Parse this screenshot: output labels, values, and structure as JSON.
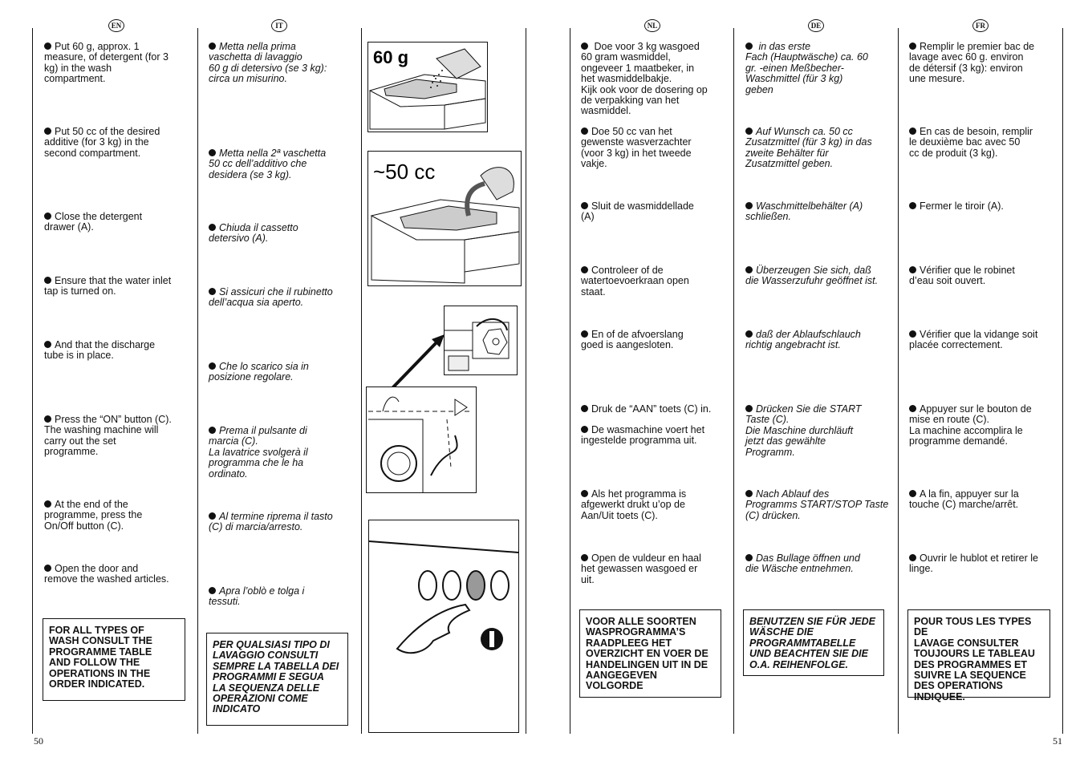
{
  "languages": {
    "en": "EN",
    "it": "IT",
    "nl": "NL",
    "de": "DE",
    "fr": "FR"
  },
  "en": {
    "items": [
      "Put 60 g, approx. 1\nmeasure, of detergent (for 3\nkg) in the wash\ncompartment.",
      "Put 50 cc of the desired\nadditive (for 3 kg) in the\nsecond compartment.",
      "Close the detergent\ndrawer (A).",
      "Ensure that the water inlet\ntap is turned on.",
      "And that the discharge\ntube is in place.",
      "Press the “ON” button (C).\nThe washing machine will\ncarry out the set\nprogramme.",
      "At the end of the\nprogramme, press the\nOn/Off button (C).",
      "Open the door and\nremove the washed articles."
    ],
    "box": "FOR ALL TYPES OF\nWASH CONSULT THE\nPROGRAMME TABLE\nAND FOLLOW THE\nOPERATIONS IN THE\nORDER INDICATED."
  },
  "it": {
    "items": [
      "Metta nella prima\nvaschetta di lavaggio\n60 g di detersivo (se 3 kg):\ncirca un misurino.",
      "Metta nella 2ª vaschetta\n50 cc dell’additivo che\ndesidera (se 3 kg).",
      "Chiuda il cassetto\ndetersivo (A).",
      "Si assicuri che il rubinetto\ndell’acqua sia aperto.",
      "Che lo scarico sia in\nposizione regolare.",
      "Prema il pulsante di\nmarcia (C).\nLa lavatrice svolgerà il\nprogramma che le ha\nordinato.",
      "Al termine riprema il tasto\n(C) di marcia/arresto.",
      "Apra l’oblò e tolga i\ntessuti."
    ],
    "box": "PER QUALSIASI TIPO DI\nLAVAGGIO CONSULTI\nSEMPRE LA TABELLA DEI\nPROGRAMMI E SEGUA\nLA SEQUENZA DELLE\nOPERAZIONI COME\nINDICATO"
  },
  "nl": {
    "items": [
      " Doe voor 3 kg wasgoed\n60 gram wasmiddel,\nongeveer 1 maatbeker, in\nhet wasmiddelbakje.\nKijk ook voor de dosering op\nde verpakking van het\nwasmiddel.",
      "Doe 50 cc van het\ngewenste wasverzachter\n(voor 3 kg) in het tweede\nvakje.",
      "Sluit de wasmiddellade\n(A)",
      "Controleer of de\nwatertoevoerkraan open\nstaat.",
      "En of de afvoerslang\ngoed is aangesloten.",
      "Druk de “AAN” toets (C) in.",
      "De wasmachine voert het\ningestelde programma uit.",
      "Als het programma is\nafgewerkt drukt u’op de\nAan/Uit toets (C).",
      "Open de vuldeur en haal\nhet gewassen wasgoed er\nuit."
    ],
    "box": "VOOR ALLE SOORTEN\nWASPROGRAMMA’S\nRAADPLEEG HET\nOVERZICHT EN VOER DE\nHANDELINGEN UIT IN DE\nAANGEGEVEN\nVOLGORDE"
  },
  "de": {
    "items": [
      " in das erste\n Fach (Hauptwäsche) ca. 60\ngr. -einen Meßbecher-\nWaschmittel (für 3 kg)\ngeben",
      "Auf Wunsch ca. 50 cc\nZusatzmittel (für 3 kg) in das\nzweite Behälter für\nZusatzmittel geben.",
      "Waschmittelbehälter (A)\nschließen.",
      "Überzeugen Sie sich, daß\ndie Wasserzufuhr geöffnet ist.",
      "daß der Ablaufschlauch\nrichtig angebracht ist.",
      "Drücken Sie die START\nTaste (C).\nDie Maschine durchläuft\njetzt das gewählte\nProgramm.",
      "Nach Ablauf des\nProgramms START/STOP Taste\n(C) drücken.",
      "Das Bullage öffnen und\ndie Wäsche entnehmen."
    ],
    "box": "BENUTZEN SIE FÜR JEDE\nWÄSCHE DIE\nPROGRAMMTABELLE\nUND BEACHTEN SIE DIE\nO.A. REIHENFOLGE."
  },
  "fr": {
    "items": [
      "Remplir le premier bac de\nlavage avec 60 g. environ\nde détersif (3 kg): environ\nune mesure.",
      "En cas de besoin, remplir\nle deuxième bac avec 50\ncc de produit (3 kg).",
      "Fermer le tiroir (A).",
      "Vérifier que le robinet\nd’eau soit ouvert.",
      "Vérifier que la vidange soit\nplacée correctement.",
      "Appuyer sur le bouton de\nmise en route (C).\nLa machine accomplira le\nprogramme demandé.",
      "A la fin, appuyer sur la\ntouche (C) marche/arrêt.",
      "Ouvrir le hublot et retirer le\nlinge."
    ],
    "box": "POUR TOUS LES TYPES DE\nLAVAGE CONSULTER\nTOUJOURS LE TABLEAU\nDES PROGRAMMES ET\nSUIVRE LA SEQUENCE\nDES OPERATIONS\nINDIQUEE."
  },
  "figures": {
    "fig1_label": "60 g",
    "fig2_label": "~50 cc"
  },
  "page_numbers": {
    "left": "50",
    "right": "51"
  }
}
